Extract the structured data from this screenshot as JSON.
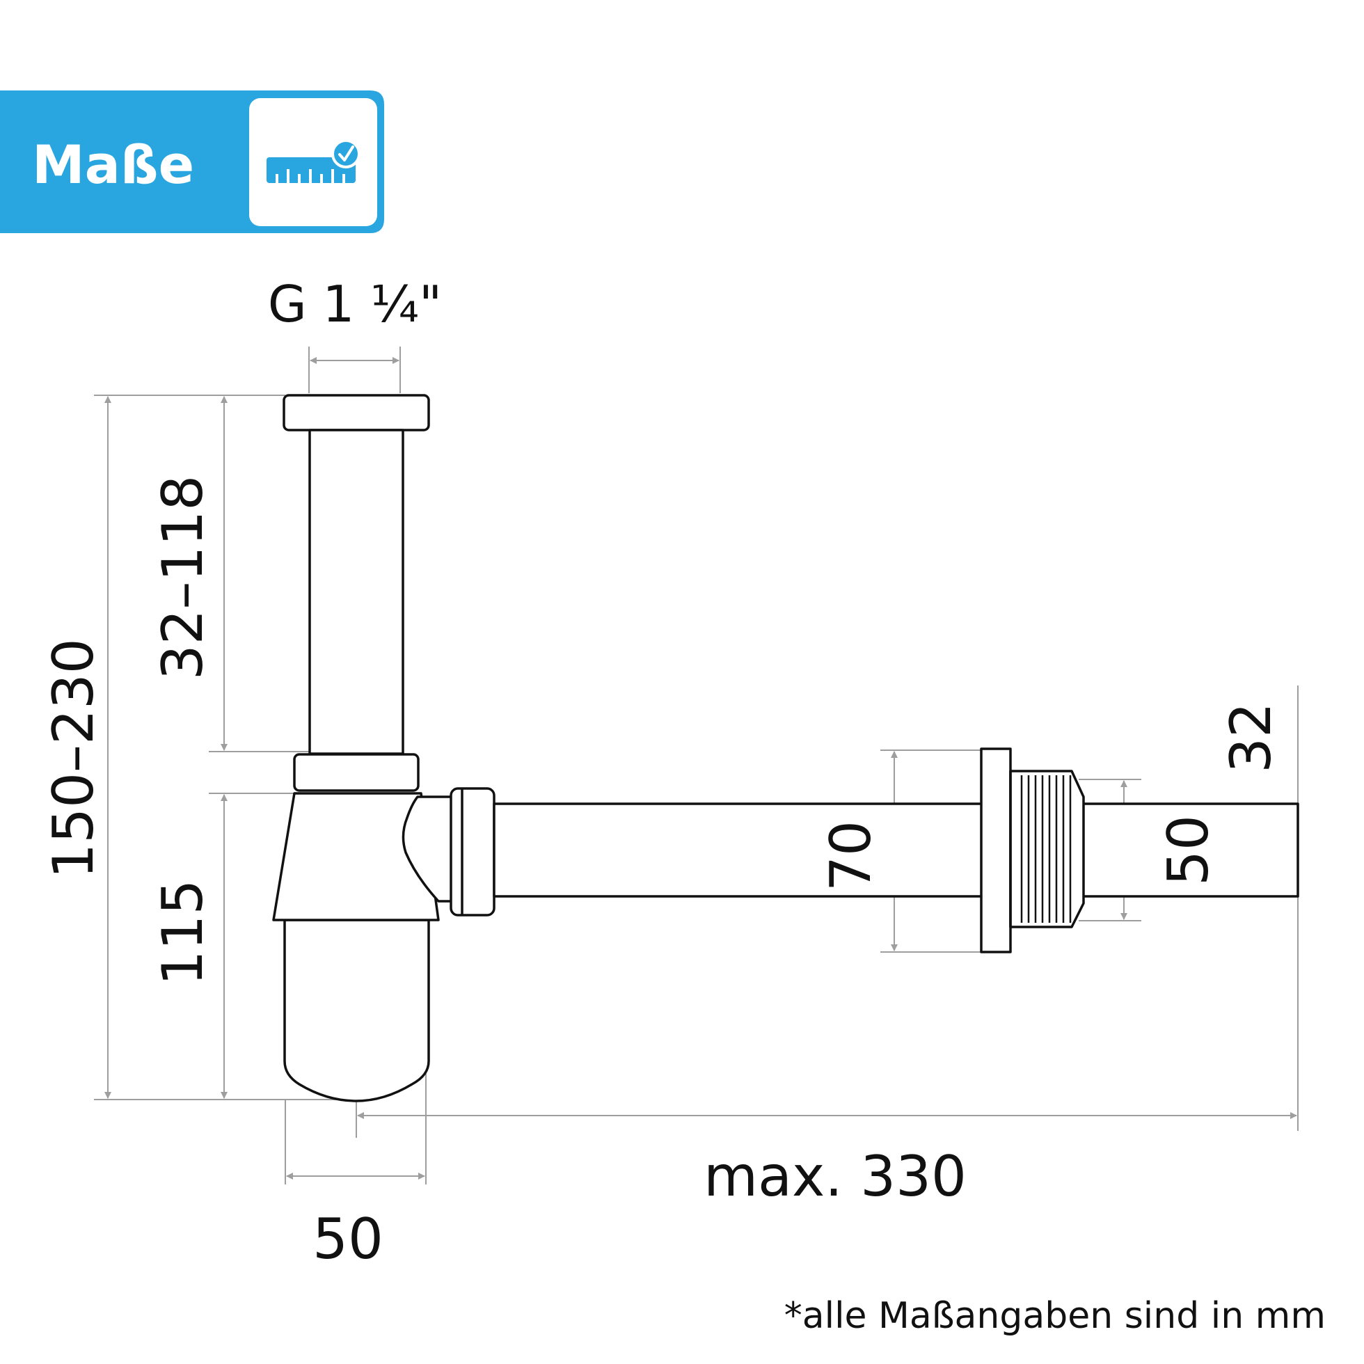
{
  "header": {
    "title": "Maße",
    "icon": "ruler-check-icon",
    "accent_color": "#29a6e0"
  },
  "dimensions": {
    "thread": "G 1 ¼\"",
    "total_height": "150–230",
    "upper_height": "32–118",
    "lower_height": "115",
    "bottom_width": "50",
    "max_length": "max. 330",
    "flange_height": "70",
    "thread_height": "50",
    "pipe_diameter": "32"
  },
  "footnote": "*alle Maßangaben sind in mm",
  "colors": {
    "line": "#111111",
    "dimension": "#9e9e9e",
    "background": "#ffffff"
  }
}
